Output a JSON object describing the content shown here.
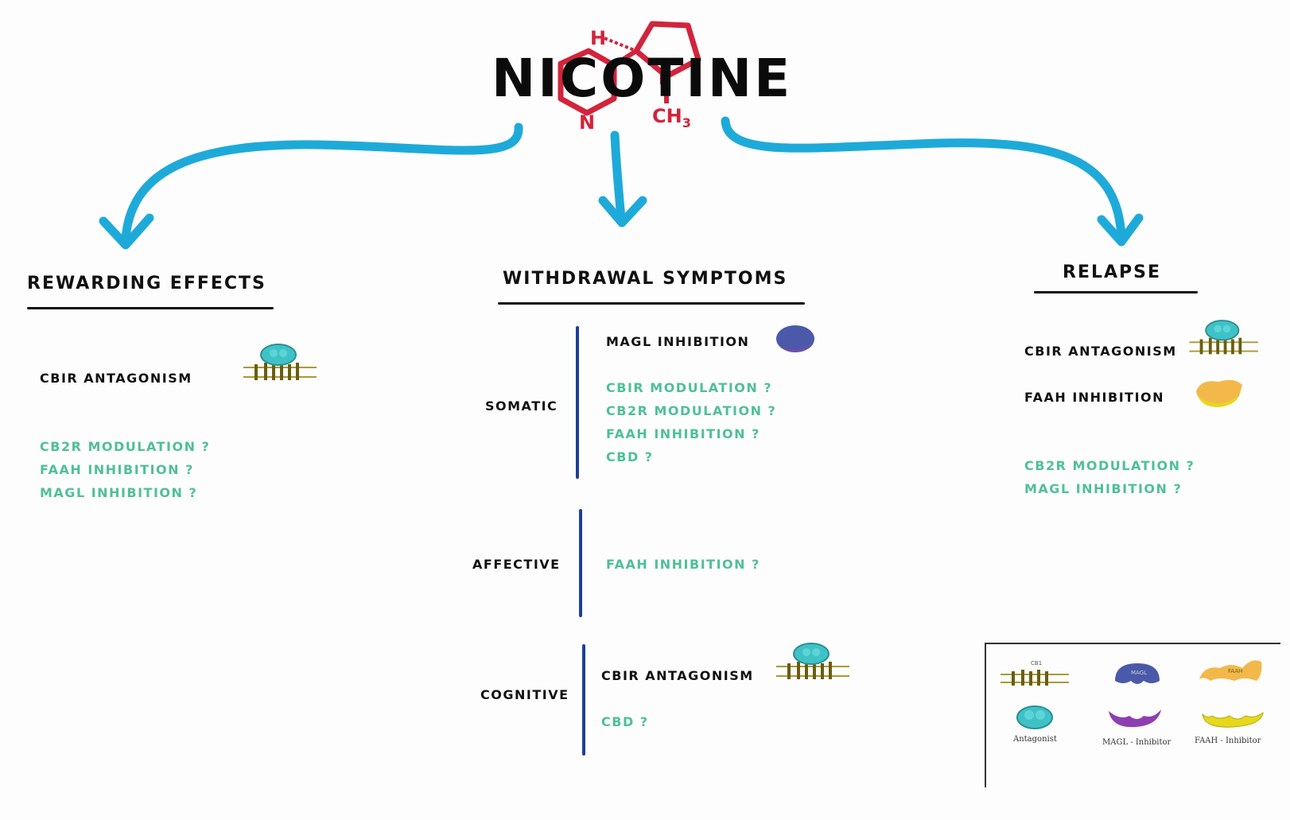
{
  "title": "NICOTINE",
  "molecule": {
    "h_label": "H",
    "n1_label": "N",
    "n2_label": "N",
    "ch3_label": "CH",
    "ch3_sub": "3"
  },
  "colors": {
    "arrow": "#1eaad9",
    "molecule": "#d2243c",
    "question": "#4fbf9a",
    "divider": "#1e3f96",
    "text": "#111111"
  },
  "rewarding": {
    "heading": "REWARDING EFFECTS",
    "main": "CBIR ANTAGONISM",
    "questions": [
      "CB2R MODULATION ?",
      "FAAH INHIBITION ?",
      "MAGL INHIBITION ?"
    ]
  },
  "withdrawal": {
    "heading": "WITHDRAWAL SYMPTOMS",
    "somatic": {
      "label": "SOMATIC",
      "main": "MAGL INHIBITION",
      "questions": [
        "CBIR MODULATION ?",
        "CB2R MODULATION ?",
        "FAAH INHIBITION ?",
        "CBD ?"
      ]
    },
    "affective": {
      "label": "AFFECTIVE",
      "questions": [
        "FAAH INHIBITION ?"
      ]
    },
    "cognitive": {
      "label": "COGNITIVE",
      "main": "CBIR ANTAGONISM",
      "questions": [
        "CBD ?"
      ]
    }
  },
  "relapse": {
    "heading": "RELAPSE",
    "main": [
      "CBIR ANTAGONISM",
      "FAAH INHIBITION"
    ],
    "questions": [
      "CB2R MODULATION ?",
      "MAGL INHIBITION ?"
    ]
  },
  "legend": {
    "items": [
      "Antagonist",
      "MAGL - Inhibitor",
      "FAAH - Inhibitor"
    ],
    "icon_tags": {
      "magl": "MAGL",
      "faah": "FAAH",
      "receptor": "CB1"
    }
  }
}
